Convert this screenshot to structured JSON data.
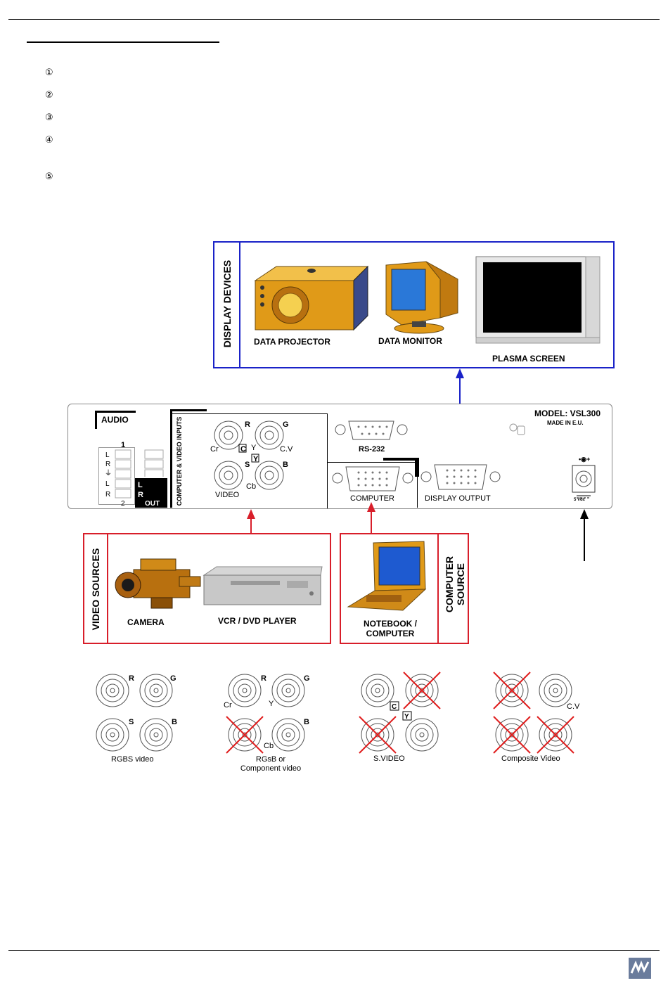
{
  "steps": [
    "①",
    "②",
    "③",
    "④",
    "⑤"
  ],
  "display_devices": {
    "title": "DISPLAY DEVICES",
    "projector": "DATA PROJECTOR",
    "monitor": "DATA MONITOR",
    "plasma": "PLASMA SCREEN"
  },
  "panel": {
    "audio": "AUDIO",
    "audio_in_num": "1",
    "audio_in_num2": "2",
    "audio_out": "OUT",
    "inputs_title": "COMPUTER & VIDEO INPUTS",
    "bnc_r": "R",
    "bnc_g": "G",
    "bnc_cr": "Cr",
    "bnc_c": "C",
    "bnc_y": "Y",
    "bnc_y2": "Y",
    "bnc_cv": "C.V",
    "bnc_s": "S",
    "bnc_b": "B",
    "bnc_cb": "Cb",
    "video": "VIDEO",
    "rs232": "RS-232",
    "computer": "COMPUTER",
    "display_output": "DISPLAY OUTPUT",
    "model": "MODEL: VSL300",
    "made_in": "MADE IN E.U.",
    "power": "5 Vdc"
  },
  "video_sources": {
    "title": "VIDEO SOURCES",
    "camera": "CAMERA",
    "vcr": "VCR / DVD PLAYER"
  },
  "computer_source": {
    "title_line1": "COMPUTER",
    "title_line2": "SOURCE",
    "notebook_line1": "NOTEBOOK /",
    "notebook_line2": "COMPUTER"
  },
  "configs": [
    {
      "caption": "RGBS video"
    },
    {
      "caption_line1": "RGsB or",
      "caption_line2": "Component video"
    },
    {
      "caption": "S.VIDEO"
    },
    {
      "caption": "Composite Video"
    }
  ],
  "colors": {
    "display_box": "#1a22c8",
    "source_box": "#d81e2a",
    "cross": "#e01e1e",
    "device_orange": "#e09a18"
  }
}
